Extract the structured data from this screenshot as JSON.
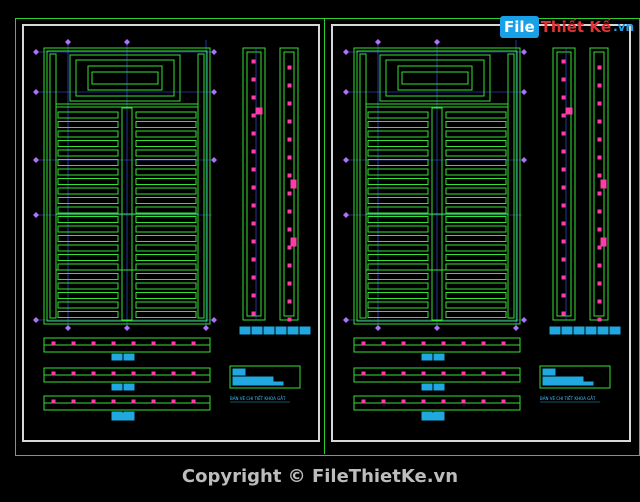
{
  "watermark": {
    "logo_file": "File",
    "logo_rest": "Thiết Kế",
    "logo_tld": ".vn",
    "copyright": "Copyright © FileThietKe.vn"
  },
  "drawing": {
    "sheet_titles": [
      "BẢN VẼ CHI TIẾT KHOA GẮT",
      "BẢN VẼ CHI TIẾT KHOA GẮT"
    ],
    "colors": {
      "background": "#000000",
      "frame": "#2bd12b",
      "border": "#d8d8d8",
      "linework": "#33e233",
      "dimension": "#ff3ca8",
      "axis": "#3a5cff",
      "title_block": "#21a8e0"
    }
  }
}
